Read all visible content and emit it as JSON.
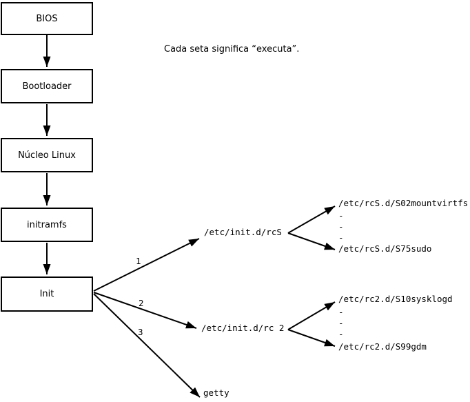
{
  "note": "Cada seta significa “executa”.",
  "boxes": [
    {
      "label": "BIOS"
    },
    {
      "label": "Bootloader"
    },
    {
      "label": "Núcleo Linux"
    },
    {
      "label": "initramfs"
    },
    {
      "label": "Init"
    }
  ],
  "fan_labels": [
    "1",
    "2",
    "3"
  ],
  "nodes": {
    "rcS": "/etc/init.d/rcS",
    "rc2": "/etc/init.d/rc 2",
    "getty": "getty",
    "rcS_first": "/etc/rcS.d/S02mountvirtfs",
    "rcS_last": "/etc/rcS.d/S75sudo",
    "rc2_first": "/etc/rc2.d/S10sysklogd",
    "rc2_last": "/etc/rc2.d/S99gdm"
  },
  "ellipsis": [
    "-",
    "-",
    "-"
  ],
  "edges": [
    {
      "from": "BIOS",
      "to": "Bootloader"
    },
    {
      "from": "Bootloader",
      "to": "Núcleo Linux"
    },
    {
      "from": "Núcleo Linux",
      "to": "initramfs"
    },
    {
      "from": "initramfs",
      "to": "Init"
    },
    {
      "from": "Init",
      "to": "/etc/init.d/rcS",
      "label": "1"
    },
    {
      "from": "Init",
      "to": "/etc/init.d/rc 2",
      "label": "2"
    },
    {
      "from": "Init",
      "to": "getty",
      "label": "3"
    },
    {
      "from": "/etc/init.d/rcS",
      "to": "/etc/rcS.d/S02mountvirtfs"
    },
    {
      "from": "/etc/init.d/rcS",
      "to": "/etc/rcS.d/S75sudo"
    },
    {
      "from": "/etc/init.d/rc 2",
      "to": "/etc/rc2.d/S10sysklogd"
    },
    {
      "from": "/etc/init.d/rc 2",
      "to": "/etc/rc2.d/S99gdm"
    }
  ],
  "colors": {
    "ink": "#000000",
    "background": "#ffffff"
  }
}
